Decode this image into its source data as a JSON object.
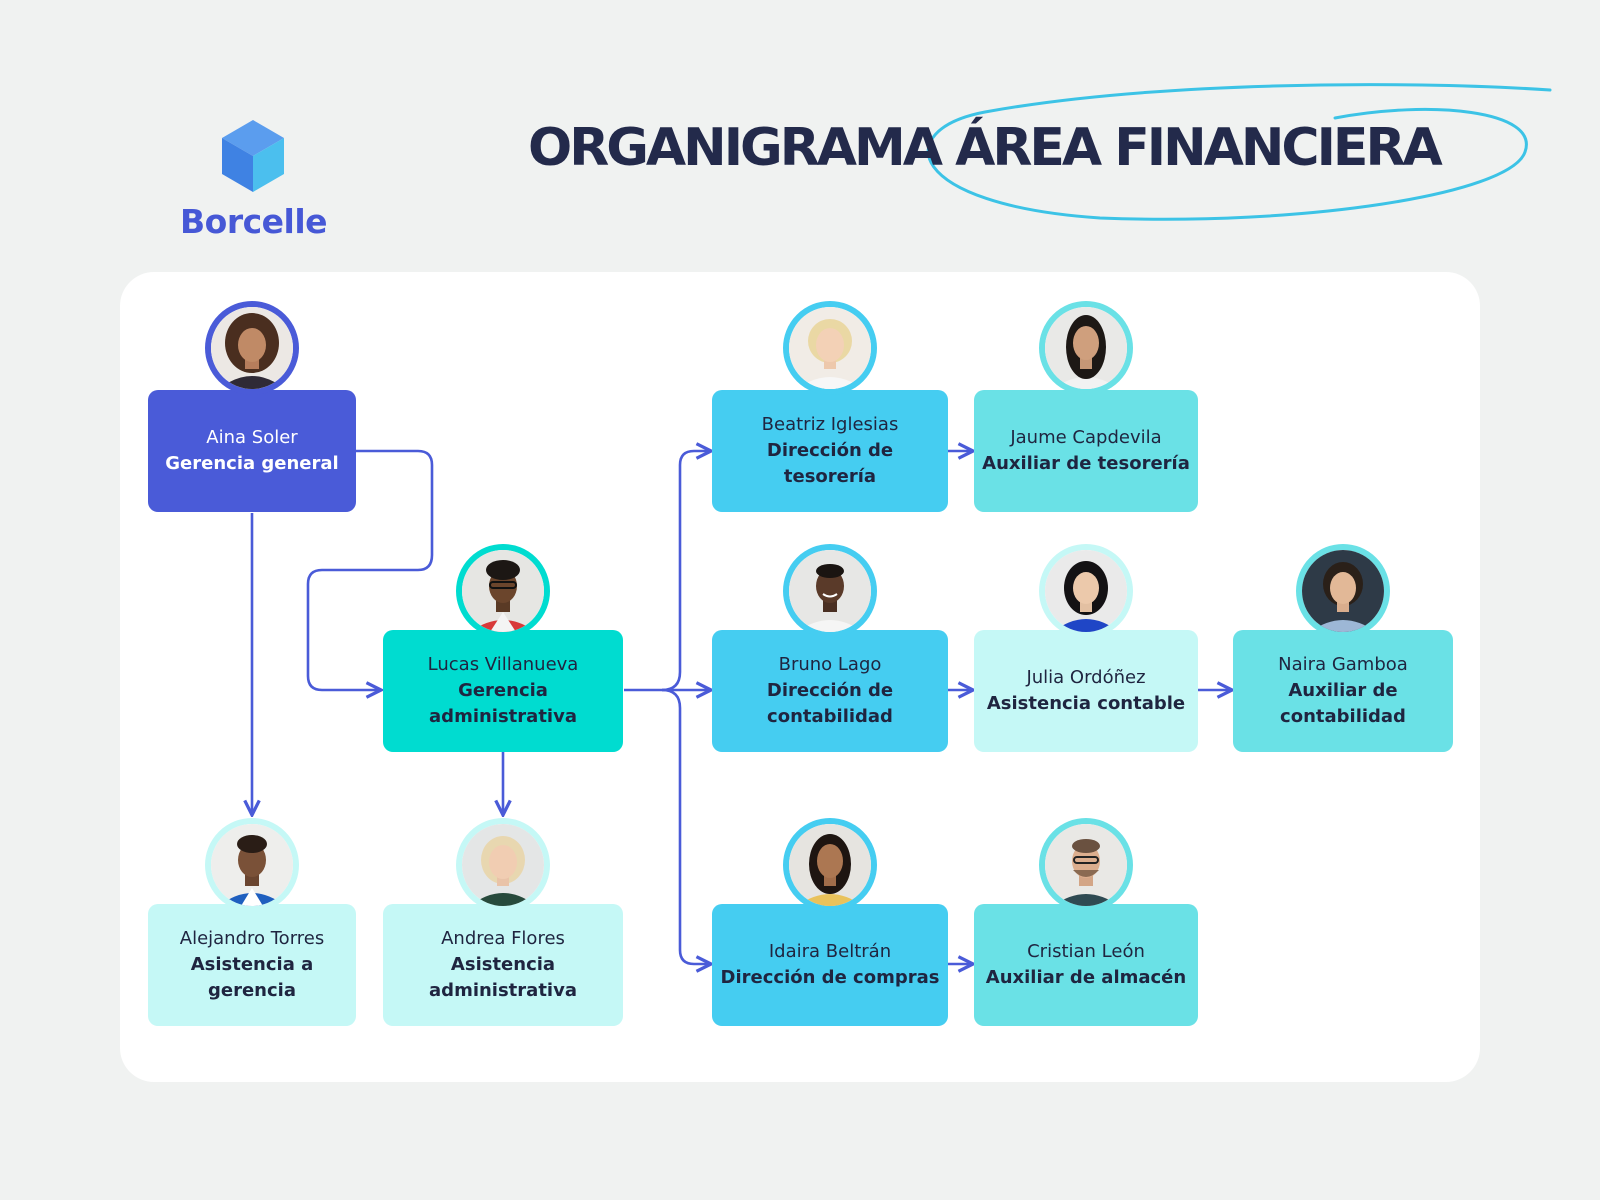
{
  "brand": {
    "name": "Borcelle",
    "icon": "cube-icon",
    "color": "#4658d6"
  },
  "title": "ORGANIGRAMA ÁREA FINANCIERA",
  "colors": {
    "background": "#f0f2f1",
    "panel": "#ffffff",
    "connector": "#4a5bd8",
    "title_text": "#232a4b",
    "title_swoosh": "#3cc3e6"
  },
  "people": {
    "aina": {
      "name": "Aina Soler",
      "role": "Gerencia general"
    },
    "lucas": {
      "name": "Lucas Villanueva",
      "role": "Gerencia administrativa"
    },
    "alejandro": {
      "name": "Alejandro Torres",
      "role": "Asistencia a gerencia"
    },
    "andrea": {
      "name": "Andrea Flores",
      "role": "Asistencia administrativa"
    },
    "beatriz": {
      "name": "Beatriz Iglesias",
      "role": "Dirección de tesorería"
    },
    "jaume": {
      "name": "Jaume Capdevila",
      "role": "Auxiliar de tesorería"
    },
    "bruno": {
      "name": "Bruno Lago",
      "role": "Dirección de contabilidad"
    },
    "julia": {
      "name": "Julia Ordóñez",
      "role": "Asistencia contable"
    },
    "naira": {
      "name": "Naira Gamboa",
      "role": "Auxiliar de contabilidad"
    },
    "idaira": {
      "name": "Idaira Beltrán",
      "role": "Dirección de compras"
    },
    "cristian": {
      "name": "Cristian León",
      "role": "Auxiliar de almacén"
    }
  },
  "edges": [
    [
      "aina",
      "lucas"
    ],
    [
      "aina",
      "alejandro"
    ],
    [
      "lucas",
      "andrea"
    ],
    [
      "lucas",
      "beatriz"
    ],
    [
      "lucas",
      "bruno"
    ],
    [
      "lucas",
      "idaira"
    ],
    [
      "beatriz",
      "jaume"
    ],
    [
      "bruno",
      "julia"
    ],
    [
      "julia",
      "naira"
    ],
    [
      "idaira",
      "cristian"
    ]
  ]
}
